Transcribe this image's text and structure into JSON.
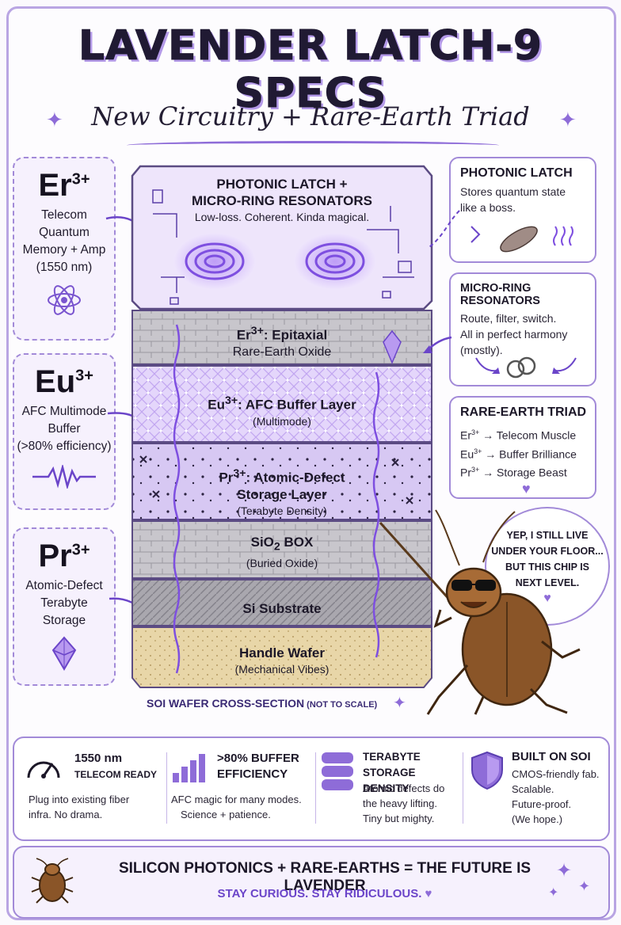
{
  "title": "LAVENDER LATCH-9 SPECS",
  "subtitle": "New Circuitry + Rare-Earth Triad",
  "ions": [
    {
      "symbol": "Er",
      "charge": "3+",
      "desc": [
        "Telecom",
        "Quantum",
        "Memory + Amp",
        "(1550 nm)"
      ],
      "icon": "atom-icon"
    },
    {
      "symbol": "Eu",
      "charge": "3+",
      "desc": [
        "AFC Multimode",
        "Buffer",
        "(>80% efficiency)"
      ],
      "icon": "waveform-icon"
    },
    {
      "symbol": "Pr",
      "charge": "3+",
      "desc": [
        "Atomic-Defect",
        "Terabyte",
        "Storage"
      ],
      "icon": "crystal-icon"
    }
  ],
  "layers": {
    "top": {
      "line1": "PHOTONIC LATCH +",
      "line2": "MICRO-RING RESONATORS",
      "line3": "Low-loss. Coherent. Kinda magical."
    },
    "er": {
      "prefix": "Er",
      "charge": "3+",
      "line1": ": Epitaxial",
      "line2": "Rare-Earth Oxide"
    },
    "eu": {
      "prefix": "Eu",
      "charge": "3+",
      "line1": ": AFC Buffer Layer",
      "line2": "(Multimode)"
    },
    "pr": {
      "prefix": "Pr",
      "charge": "3+",
      "line1": ": Atomic-Defect",
      "line2": "Storage Layer",
      "line3": "(Terabyte Density)"
    },
    "box": {
      "line1a": "SiO",
      "line1sub": "2",
      "line1b": " BOX",
      "line2": "(Buried Oxide)"
    },
    "si": {
      "line1": "Si Substrate"
    },
    "handle": {
      "line1": "Handle Wafer",
      "line2": "(Mechanical Vibes)"
    }
  },
  "cross_section": {
    "main": "SOI WAFER CROSS-SECTION",
    "note": " (NOT TO SCALE)"
  },
  "right_cards": {
    "latch": {
      "head": "PHOTONIC LATCH",
      "lines": [
        "Stores quantum state",
        "like a boss."
      ]
    },
    "rings": {
      "head": "MICRO-RING RESONATORS",
      "lines": [
        "Route, filter, switch.",
        "All in perfect harmony",
        "(mostly)."
      ]
    },
    "triad": {
      "head": "RARE-EARTH TRIAD",
      "rows": [
        {
          "ion": "Er",
          "charge": "3+",
          "role": "Telecom Muscle"
        },
        {
          "ion": "Eu",
          "charge": "3+",
          "role": "Buffer Brilliance"
        },
        {
          "ion": "Pr",
          "charge": "3+",
          "role": "Storage Beast"
        }
      ]
    }
  },
  "bubble": {
    "lines": [
      "YEP, I STILL LIVE",
      "UNDER YOUR FLOOR...",
      "BUT THIS CHIP IS",
      "NEXT LEVEL."
    ]
  },
  "features": [
    {
      "title": "1550 nm",
      "title2": "TELECOM READY",
      "lines": [
        "Plug into existing fiber",
        "infra. No drama."
      ],
      "icon": "gauge-icon"
    },
    {
      "title": ">80% BUFFER",
      "title2": "EFFICIENCY",
      "lines": [
        "AFC magic for many modes.",
        "Science + patience."
      ],
      "icon": "bar-chart-icon"
    },
    {
      "title": "TERABYTE",
      "title2": "STORAGE DENSITY",
      "lines": [
        "Atomic defects do",
        "the heavy lifting.",
        "Tiny but mighty."
      ],
      "icon": "database-icon"
    },
    {
      "title": "BUILT ON SOI",
      "title2": "",
      "lines": [
        "CMOS-friendly fab.",
        "Scalable.",
        "Future-proof.",
        "(We hope.)"
      ],
      "icon": "shield-icon"
    }
  ],
  "footer": {
    "main": "SILICON PHOTONICS + RARE-EARTHS = THE FUTURE IS LAVENDER",
    "sub": "STAY CURIOUS. STAY RIDICULOUS."
  },
  "colors": {
    "accent": "#8e6cd8",
    "lavender": "#c9b3f2",
    "border": "#a28ad8",
    "stone": "#b8b6bd",
    "sand": "#e8d6a8"
  }
}
